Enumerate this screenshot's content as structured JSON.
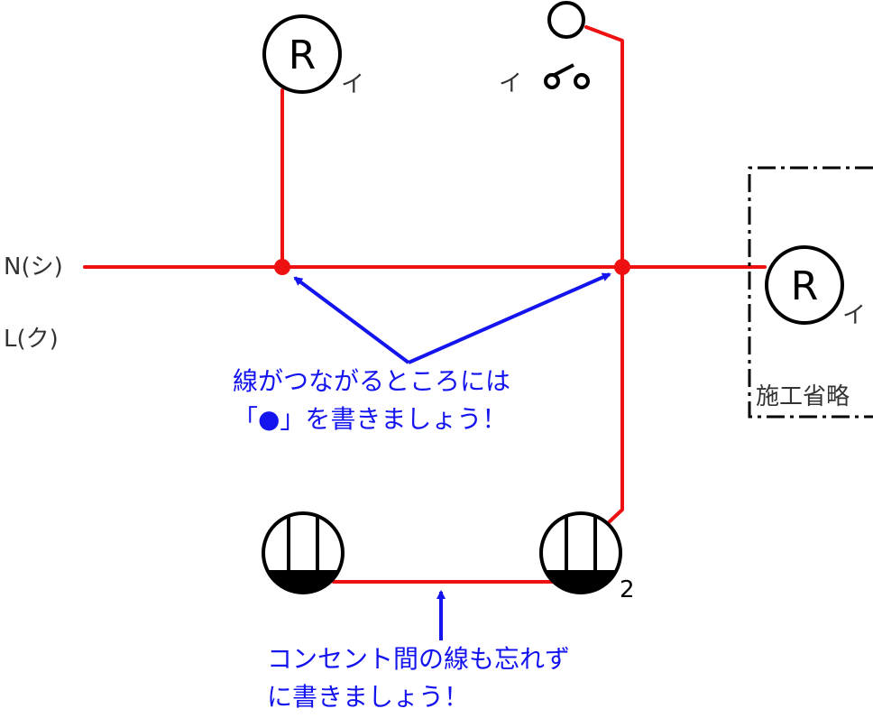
{
  "lines": {
    "neutral_label": "N(シ)",
    "live_label": "L(ク)"
  },
  "lamps": {
    "lamp1_symbol": "R",
    "lamp1_tag": "イ",
    "lamp2_symbol": "R",
    "lamp2_tag": "イ"
  },
  "switch": {
    "tag": "イ"
  },
  "omitted_box": {
    "label": "施工省略"
  },
  "outlets": {
    "outlet2_count": "2"
  },
  "notes": {
    "junction_line1": "線がつながるところには",
    "junction_line2": "「●」を書きましょう！",
    "outlet_line1": "コンセント間の線も忘れず",
    "outlet_line2": "に書きましょう！"
  },
  "colors": {
    "wire": "#ee1111",
    "annotation": "#1414ee",
    "symbol": "#000000",
    "label": "#333333"
  }
}
